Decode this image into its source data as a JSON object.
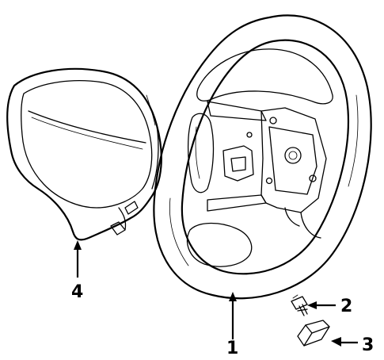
{
  "callouts": {
    "steering_wheel": "1",
    "bolt": "2",
    "clip": "3",
    "airbag_module": "4"
  }
}
